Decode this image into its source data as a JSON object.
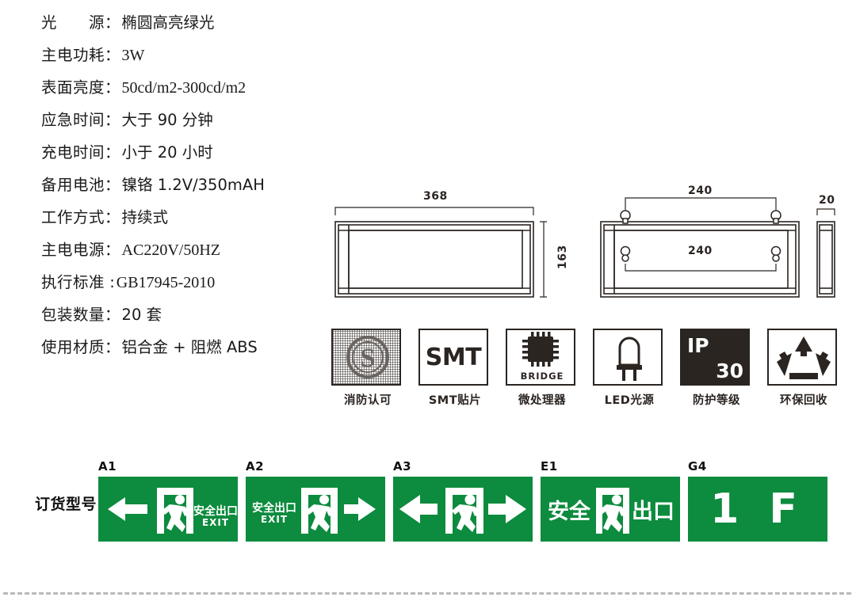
{
  "specs": [
    {
      "label": "光　　源",
      "sep": "：",
      "value": "椭圆高亮绿光",
      "cjk": true
    },
    {
      "label": "主电功耗",
      "sep": "：",
      "value": "3W",
      "cjk": false
    },
    {
      "label": "表面亮度",
      "sep": "：",
      "value": "50cd/m2-300cd/m2",
      "cjk": false
    },
    {
      "label": "应急时间",
      "sep": "：",
      "value": "大于 90 分钟",
      "cjk": true
    },
    {
      "label": "充电时间",
      "sep": "：",
      "value": "小于 20 小时",
      "cjk": true
    },
    {
      "label": "备用电池",
      "sep": "：",
      "value": "镍铬 1.2V/350mAH",
      "cjk": true
    },
    {
      "label": "工作方式",
      "sep": "：",
      "value": "持续式",
      "cjk": true
    },
    {
      "label": "主电电源",
      "sep": "：",
      "value": "AC220V/50HZ",
      "cjk": false
    },
    {
      "label": "执行标准",
      "sep": " :",
      "value": "GB17945-2010",
      "cjk": false
    },
    {
      "label": "包装数量",
      "sep": "：",
      "value": "20 套",
      "cjk": true
    },
    {
      "label": "使用材质",
      "sep": "：",
      "value": "铝合金 + 阻燃 ABS",
      "cjk": true
    }
  ],
  "drawings": {
    "front_width": "368",
    "front_height": "163",
    "back_top_span": "240",
    "back_bottom_span": "240",
    "side_width": "20"
  },
  "badges": [
    {
      "caption": "消防认可",
      "icon": "fire-approval-icon",
      "text": ""
    },
    {
      "caption": "SMT贴片",
      "icon": "smt-icon",
      "text": "SMT"
    },
    {
      "caption": "微处理器",
      "icon": "microprocessor-icon",
      "text": "BRIDGE"
    },
    {
      "caption": "LED光源",
      "icon": "led-lamp-icon",
      "text": ""
    },
    {
      "caption": "防护等级",
      "icon": "ip-rating-icon",
      "text_ip": "IP",
      "text_num": "30"
    },
    {
      "caption": "环保回收",
      "icon": "recycle-icon",
      "text": ""
    }
  ],
  "signs": {
    "order_label": "订货型号：",
    "items": [
      {
        "code": "A1",
        "cn": "安全出口",
        "en": "EXIT",
        "layout": "arrow-left-man-text",
        "width": 176
      },
      {
        "code": "A2",
        "cn": "安全出口",
        "en": "EXIT",
        "layout": "text-man-arrow-right",
        "width": 176
      },
      {
        "code": "A3",
        "cn": "",
        "en": "",
        "layout": "arrow-left-man-arrow-right",
        "width": 176
      },
      {
        "code": "E1",
        "cn_left": "安全",
        "cn_right": "出口",
        "layout": "text-man-text",
        "width": 176
      },
      {
        "code": "G4",
        "floor": "1 F",
        "layout": "floor-number",
        "width": 176
      }
    ]
  },
  "colors": {
    "sign_green": "#0d8b3e",
    "ink": "#2b2522",
    "divider": "#b9b9b9"
  }
}
